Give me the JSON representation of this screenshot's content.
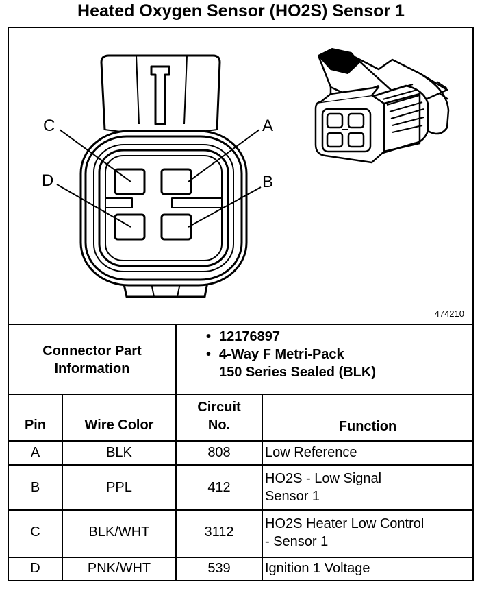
{
  "title": "Heated Oxygen Sensor (HO2S) Sensor 1",
  "figure_number": "474210",
  "pin_labels": {
    "a": "A",
    "b": "B",
    "c": "C",
    "d": "D"
  },
  "connector": {
    "label_line1": "Connector Part",
    "label_line2": "Information",
    "items": [
      "12176897",
      "4-Way F Metri-Pack",
      "150 Series Sealed (BLK)"
    ]
  },
  "table": {
    "headers": {
      "pin": "Pin",
      "wire_color": "Wire Color",
      "circuit_1": "Circuit",
      "circuit_2": "No.",
      "function": "Function"
    },
    "rows": [
      {
        "pin": "A",
        "wire_color": "BLK",
        "circuit": "808",
        "function_1": "Low Reference",
        "function_2": ""
      },
      {
        "pin": "B",
        "wire_color": "PPL",
        "circuit": "412",
        "function_1": "HO2S - Low Signal",
        "function_2": "Sensor 1"
      },
      {
        "pin": "C",
        "wire_color": "BLK/WHT",
        "circuit": "3112",
        "function_1": "HO2S Heater Low Control",
        "function_2": "- Sensor 1"
      },
      {
        "pin": "D",
        "wire_color": "PNK/WHT",
        "circuit": "539",
        "function_1": "Ignition 1 Voltage",
        "function_2": ""
      }
    ]
  }
}
